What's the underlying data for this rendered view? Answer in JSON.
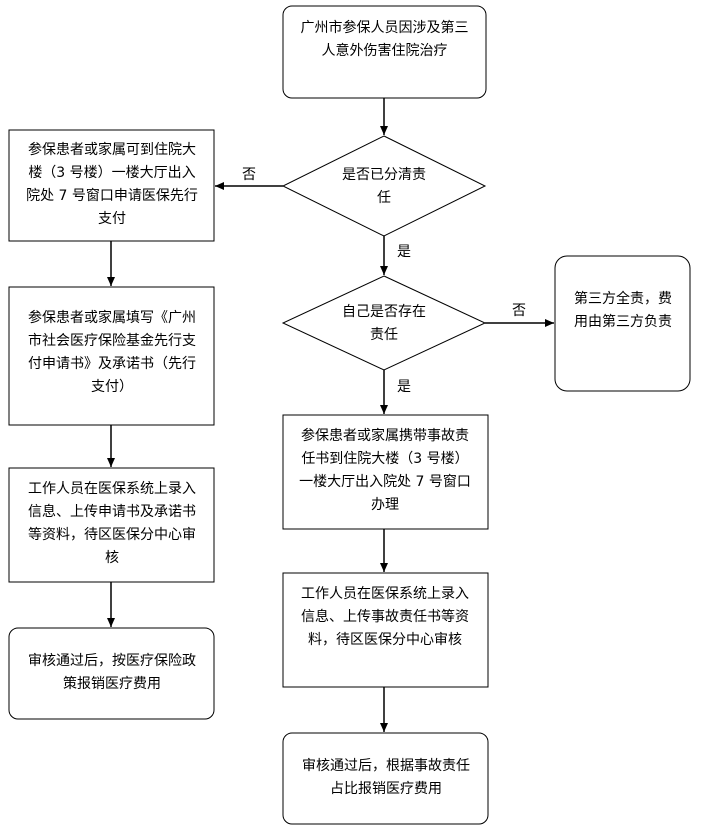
{
  "nodes": {
    "start": "广州市参保人员因涉及第三人意外伤害住院治疗",
    "decision_clear": "是否已分清责任",
    "left_apply": "参保患者或家属可到住院大楼（3 号楼）一楼大厅出入院处 7 号窗口申请医保先行支付",
    "left_fill": "参保患者或家属填写《广州市社会医疗保险基金先行支付申请书》及承诺书（先行支付）",
    "left_enter": "工作人员在医保系统上录入信息、上传申请书及承诺书等资料，待区医保分中心审核",
    "left_reimburse": "审核通过后，按医疗保险政策报销医疗费用",
    "decision_self": "自己是否存在责任",
    "third_party": "第三方全责，费用由第三方负责",
    "right_bring": "参保患者或家属携带事故责任书到住院大楼（3 号楼）一楼大厅出入院处 7 号窗口办理",
    "right_enter": "工作人员在医保系统上录入信息、上传事故责任书等资料，待区医保分中心审核",
    "right_reimburse": "审核通过后，根据事故责任占比报销医疗费用"
  },
  "edge_labels": {
    "no_left": "否",
    "yes_down_1": "是",
    "no_right": "否",
    "yes_down_2": "是"
  }
}
